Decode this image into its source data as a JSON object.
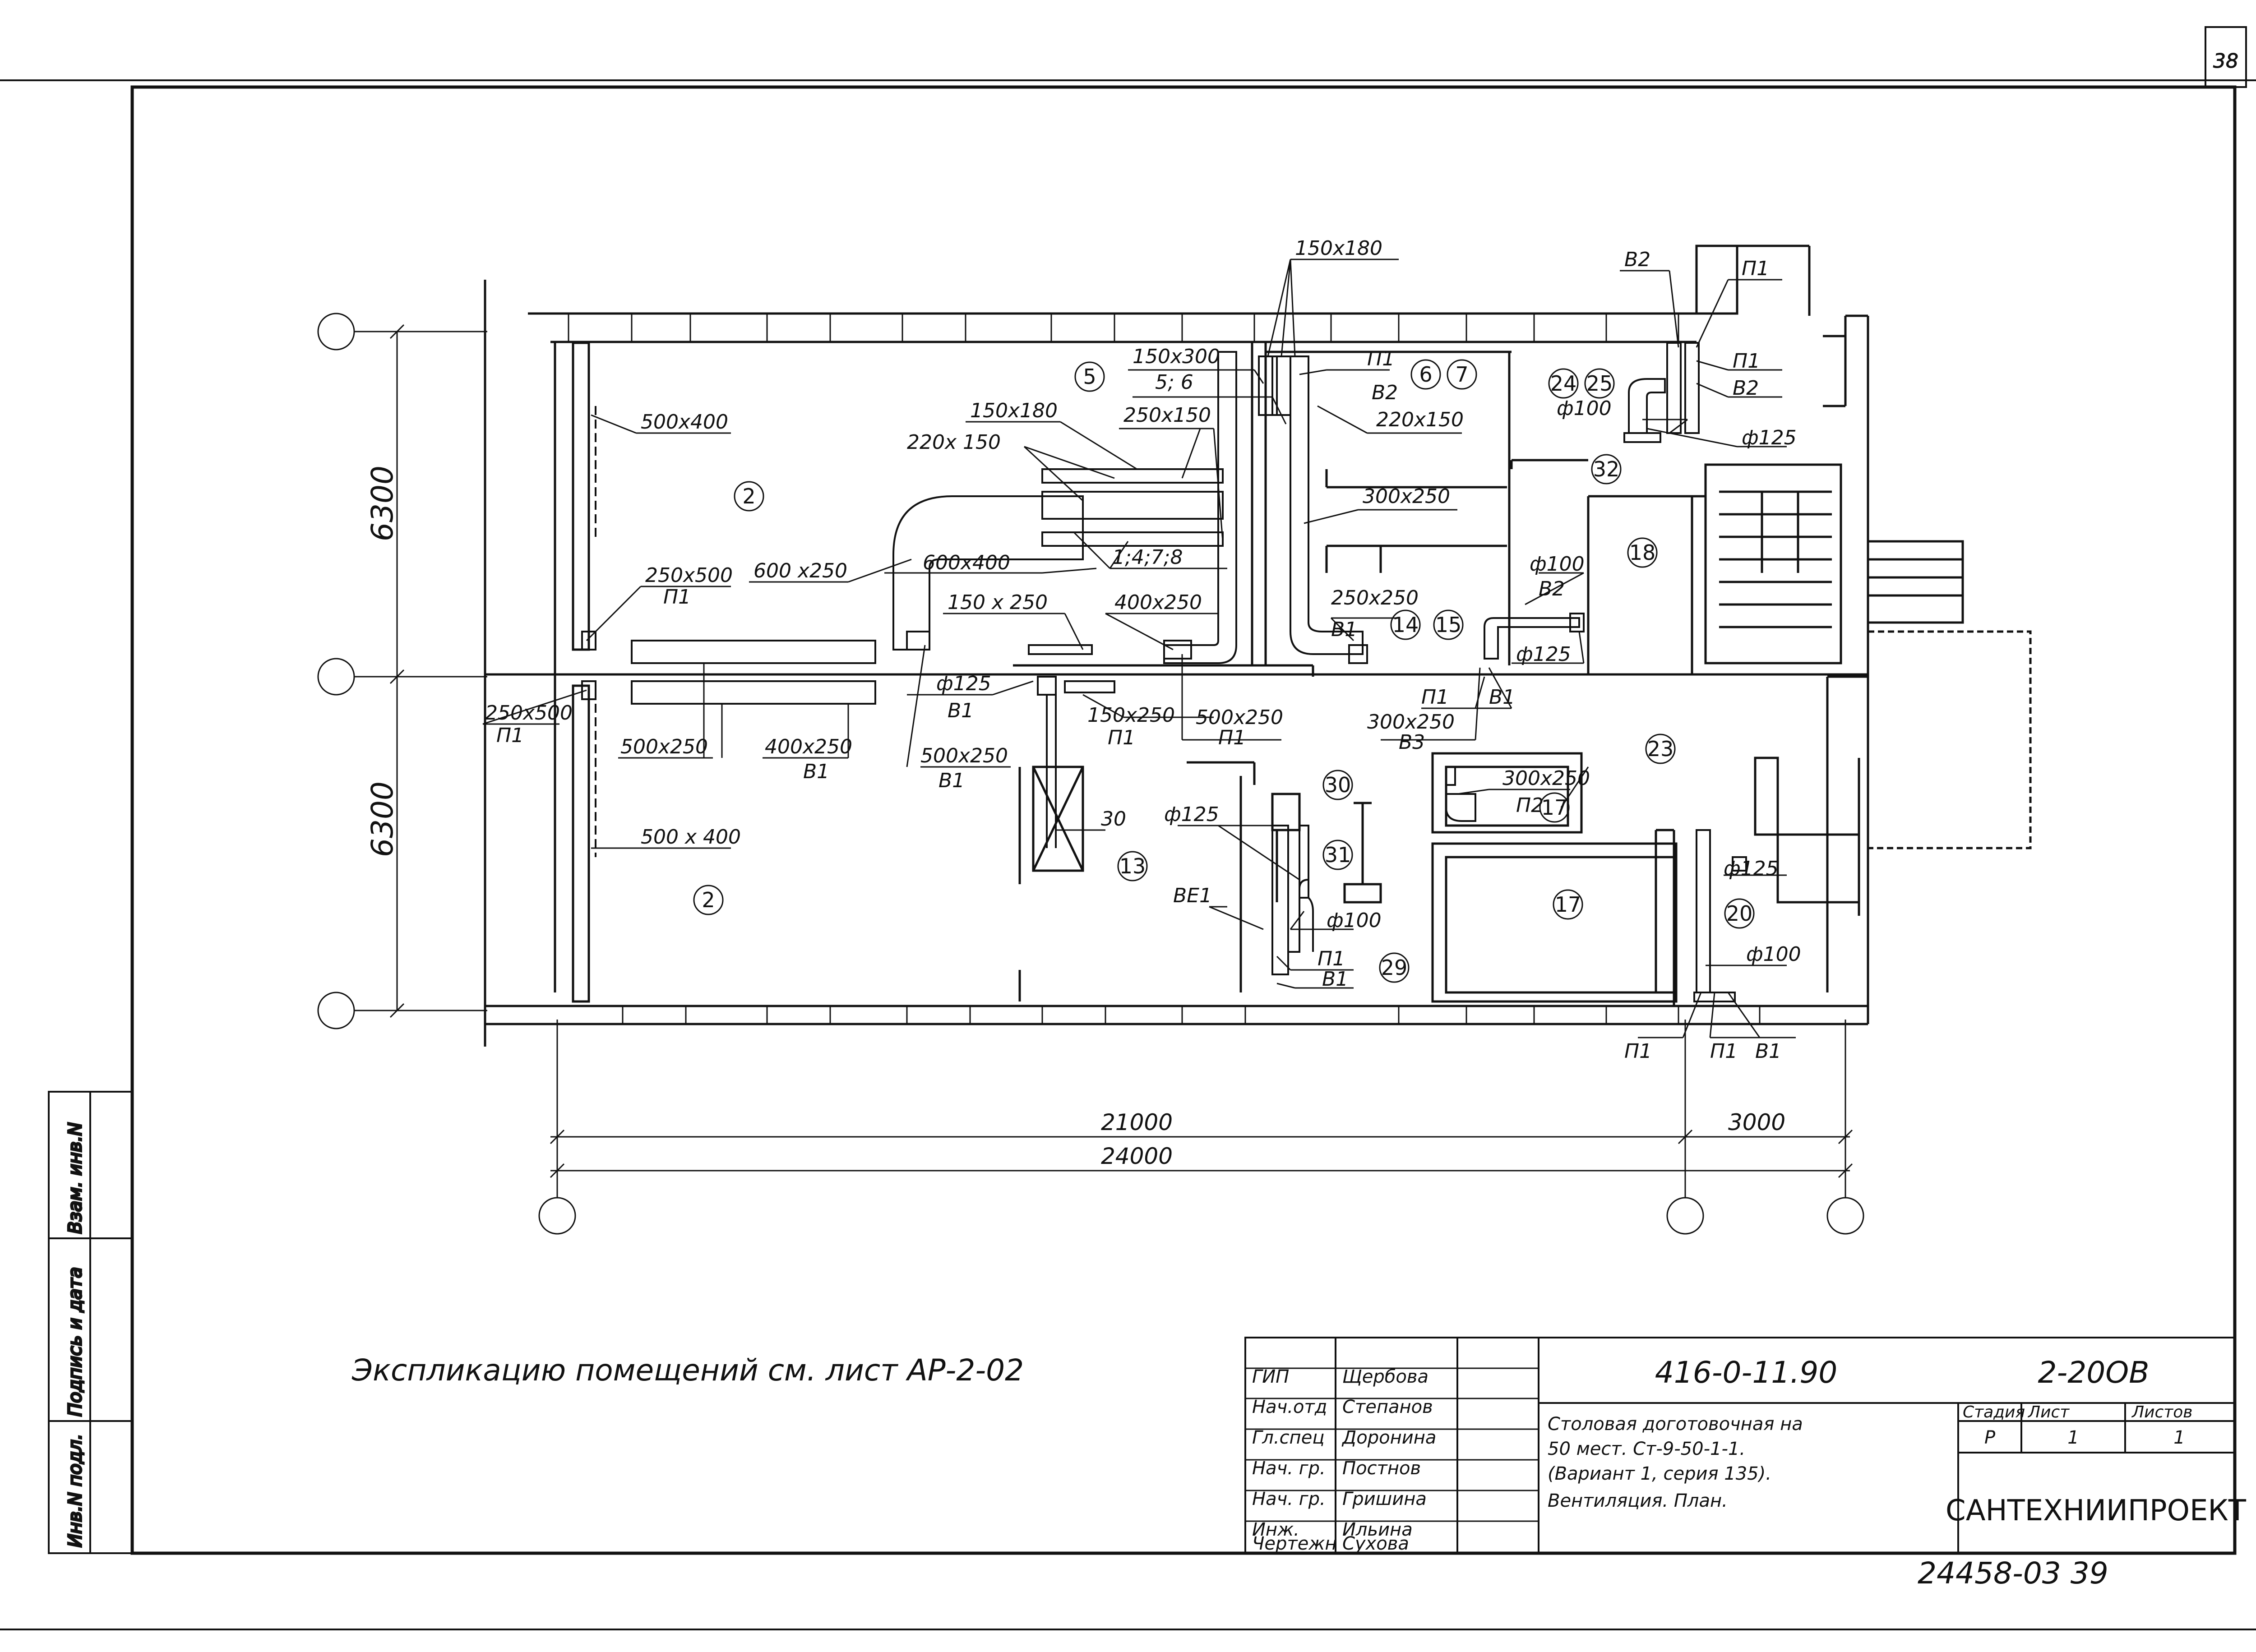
{
  "sheet_number": "38",
  "footer_number": "24458-03   39",
  "note": "Экспликацию   помещений   см. лист АР-2-02",
  "side_stamp": [
    "Инв.N подл.",
    "Подпись и дата",
    "Взам. инв.N"
  ],
  "dimensions": {
    "vertical_top": "6300",
    "vertical_bottom": "6300",
    "span_21000": "21000",
    "span_3000": "3000",
    "span_24000": "24000"
  },
  "labels": {
    "d500x400_top": "500x400",
    "d500x400_bot": "500 x 400",
    "d250x500_top": "250x500",
    "p1_a": "П1",
    "d250x500_bot": "250x500",
    "p1_b": "П1",
    "d500x250": "500x250",
    "d400x250_b1": "400x250",
    "b1_a": "В1",
    "d600x250": "600 x250",
    "d220x150_left": "220x 150",
    "d150x180_left": "150x180",
    "d600x400": "600x400",
    "nums_1478": "1;4;7;8",
    "d150x250": "150 x 250",
    "d400x250_mid": "400x250",
    "phi125_b1": "ф125",
    "b1_b": "В1",
    "d150x250_p1": "150x250",
    "p1_c": "П1",
    "d500x250_b1": "500x250",
    "b1_c": "В1",
    "d500x250_p1": "500x250",
    "p1_d": "П1",
    "d150x180_top": "150x180",
    "d150x300": "150x300",
    "nums_56": "5; 6",
    "d250x150": "250x150",
    "p1_e": "П1",
    "b2_a": "В2",
    "d220x150_right": "220x150",
    "d300x250_top": "300x250",
    "d250x250": "250x250",
    "b1_d": "В1",
    "phi100_b2": "ф100",
    "b2_b": "В2",
    "phi125_right": "ф125",
    "p1_f": "П1",
    "b1_e": "В1",
    "d300x250_b3": "300x250",
    "b3": "В3",
    "d300x250_p2": "300x250",
    "p2": "П2",
    "b2_top": "В2",
    "p1_top": "П1",
    "p1_g": "П1",
    "b2_c": "В2",
    "phi100_top": "ф100",
    "phi125_stair": "ф125",
    "d30": "30",
    "phi125_29": "ф125",
    "be1": "ВЕ1",
    "phi100_29": "ф100",
    "p1_h": "П1",
    "b1_f": "В1",
    "phi125_20": "ф125",
    "phi100_20": "ф100",
    "p1_i": "П1",
    "p1_j": "П1",
    "b1_g": "В1"
  },
  "rooms": {
    "r2_top": "2",
    "r2_bot": "2",
    "r5": "5",
    "r6": "6",
    "r7": "7",
    "r13": "13",
    "r14": "14",
    "r15": "15",
    "r17_small": "17",
    "r17": "17",
    "r18": "18",
    "r20": "20",
    "r23": "23",
    "r24": "24",
    "r25": "25",
    "r29": "29",
    "r30": "30",
    "r31": "31",
    "r32": "32"
  },
  "title_block": {
    "code": "416-0-11.90",
    "sheet_code": "2-20ОВ",
    "description": [
      "Столовая доготовочная на",
      "50 мест. Ст-9-50-1-1.",
      "(Вариант 1, серия 135).",
      "Вентиляция. План."
    ],
    "roles": [
      "ГИП",
      "Нач.отд",
      "Гл.спец",
      "Нач. гр.",
      "Нач. гр.",
      "Инж.",
      "Чертежн"
    ],
    "names": [
      "Щербова",
      "Степанов",
      "Доронина",
      "Постнов",
      "Гришина",
      "Ильина",
      "Сухова"
    ],
    "stage_header": "Стадия",
    "sheet_header": "Лист",
    "sheets_header": "Листов",
    "stage": "Р",
    "sheet": "1",
    "sheets": "1",
    "organization": "САНТЕХНИИПРОЕКТ"
  }
}
